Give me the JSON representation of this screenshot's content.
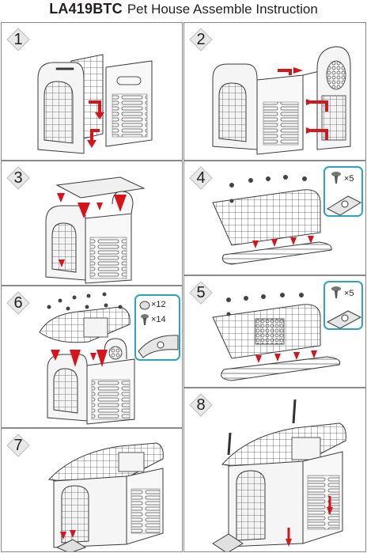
{
  "header": {
    "model": "LA419BTC",
    "title": "Pet House Assemble Instruction"
  },
  "steps": [
    {
      "label": "1"
    },
    {
      "label": "2"
    },
    {
      "label": "3"
    },
    {
      "label": "4",
      "screw_count": "×5"
    },
    {
      "label": "5",
      "screw_count": "×5"
    },
    {
      "label": "6",
      "cap_count": "×12",
      "screw_count": "×14"
    },
    {
      "label": "7"
    },
    {
      "label": "8"
    }
  ],
  "colors": {
    "arrow": "#d7141a",
    "inset_border": "#2aa3c4",
    "line": "#3a3a3a",
    "panel_border": "#8a8a8a"
  }
}
